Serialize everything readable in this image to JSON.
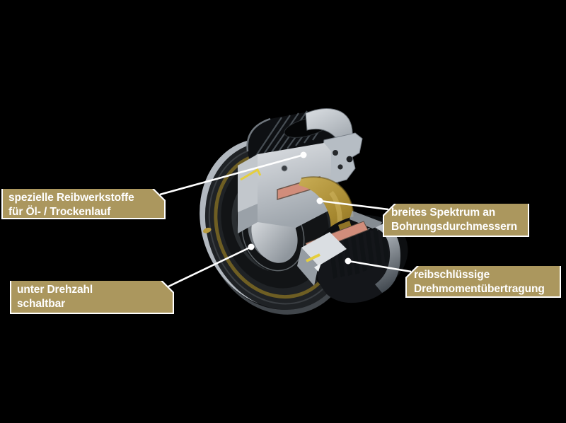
{
  "colors": {
    "background": "#000000",
    "callout_fill": "#ab975e",
    "callout_border": "#ffffff",
    "callout_text": "#ffffff",
    "leader_line": "#ffffff",
    "housing_dark": "#17191b",
    "brass_gold": "#a5872f",
    "friction_lining": "#d18d7b",
    "metal_light": "#ccd1d6"
  },
  "illustration": {
    "subject": "cutaway 3D render of a multi-plate friction clutch"
  },
  "callouts": [
    {
      "id": "friction-materials",
      "lines": [
        "spezielle Reibwerkstoffe",
        "für Öl- / Trockenlauf"
      ]
    },
    {
      "id": "bore-diameters",
      "lines": [
        "breites Spektrum an",
        "Bohrungsdurchmessern"
      ]
    },
    {
      "id": "switchable-under-speed",
      "lines": [
        "unter Drehzahl",
        "schaltbar"
      ]
    },
    {
      "id": "friction-torque",
      "lines": [
        "reibschlüssige",
        "Drehmomentübertragung"
      ]
    }
  ]
}
